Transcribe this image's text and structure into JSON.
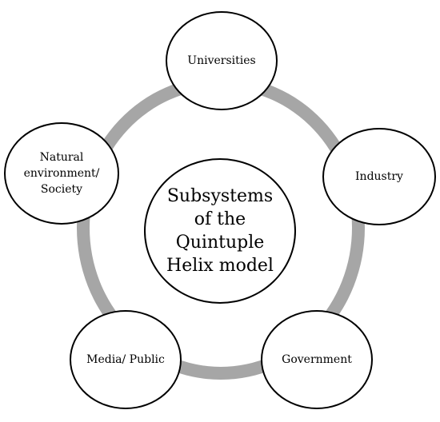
{
  "diagram": {
    "center_label_lines": [
      "Subsystems",
      "of the",
      "Quintuple",
      "Helix model"
    ],
    "nodes": {
      "universities": "Universities",
      "industry": "Industry",
      "government": "Government",
      "media": "Media/ Public",
      "natural_lines": [
        "Natural",
        "environment/",
        "Society"
      ]
    },
    "colors": {
      "ring": "#a6a6a6",
      "node_border": "#000000",
      "node_fill": "#ffffff"
    }
  }
}
